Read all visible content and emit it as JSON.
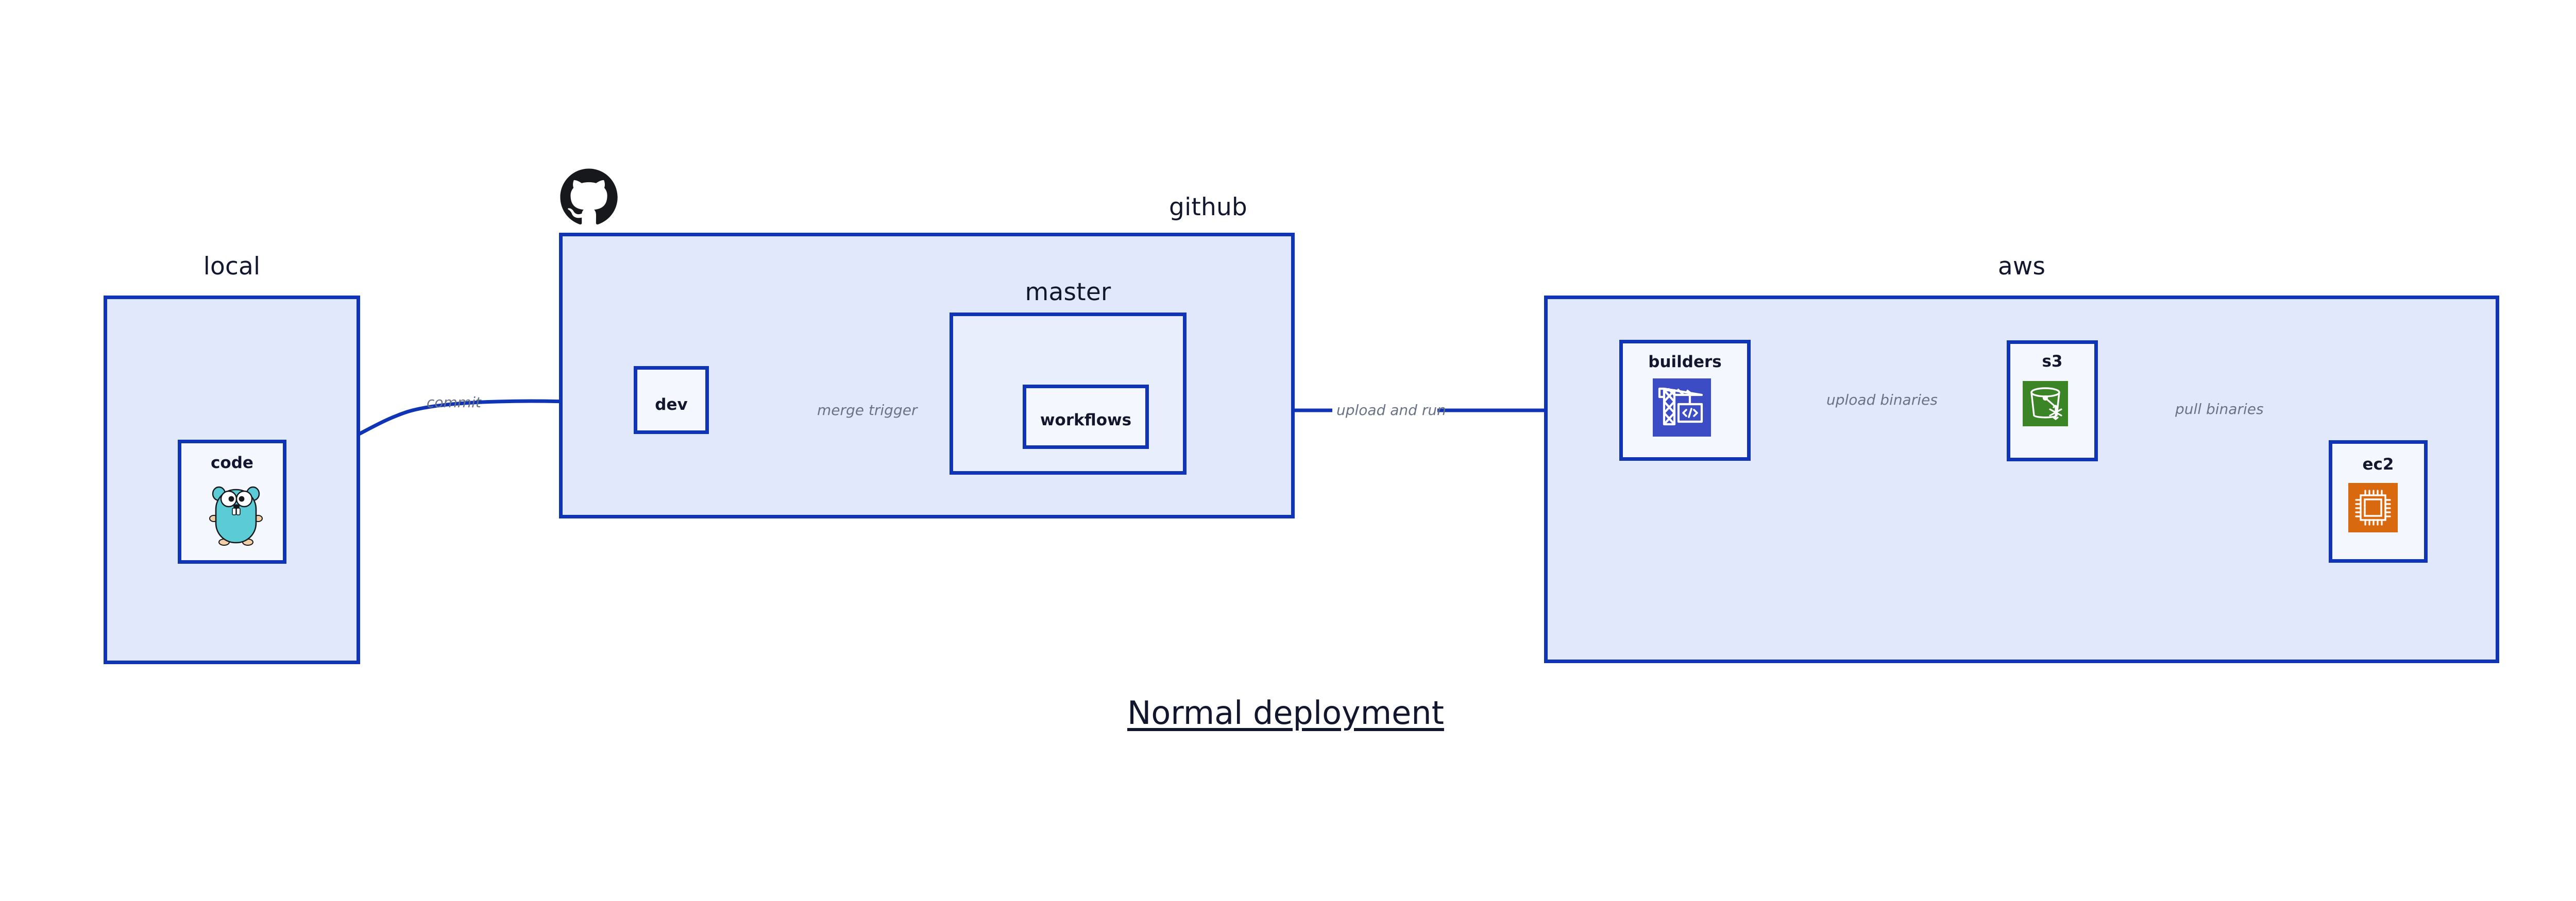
{
  "title": "Normal deployment",
  "colors": {
    "border": "#0f34b5",
    "group_fill": "#e2e8fb",
    "subgroup_fill": "#e8eefc",
    "node_fill": "#f4f7fe",
    "edge": "#0f34b5",
    "edge_label": "#6a7287",
    "text": "#12172e",
    "codebuild_icon_bg": "#3c4cc4",
    "s3_icon_bg": "#3c8527",
    "ec2_icon_bg": "#d9690f",
    "gopher_body": "#5bcbd6",
    "github_logo": "#16181c"
  },
  "groups": [
    {
      "key": "local",
      "label": "local"
    },
    {
      "key": "github",
      "label": "github"
    },
    {
      "key": "master",
      "label": "master"
    },
    {
      "key": "aws",
      "label": "aws"
    }
  ],
  "nodes": [
    {
      "key": "code",
      "label": "code",
      "icon": "go-gopher-icon"
    },
    {
      "key": "dev",
      "label": "dev",
      "icon": null
    },
    {
      "key": "workflows",
      "label": "workflows",
      "icon": null
    },
    {
      "key": "builders",
      "label": "builders",
      "icon": "aws-codebuild-icon"
    },
    {
      "key": "s3",
      "label": "s3",
      "icon": "aws-s3-glacier-icon"
    },
    {
      "key": "ec2",
      "label": "ec2",
      "icon": "aws-ec2-icon"
    }
  ],
  "edges": [
    {
      "key": "commit",
      "from": "code",
      "to": "dev",
      "label": "commit"
    },
    {
      "key": "merge-trigger",
      "from": "dev",
      "to": "workflows",
      "label": "merge trigger"
    },
    {
      "key": "upload-run",
      "from": "workflows",
      "to": "builders",
      "label": "upload and run"
    },
    {
      "key": "upload-bin",
      "from": "builders",
      "to": "s3",
      "label": "upload binaries"
    },
    {
      "key": "pull-bin",
      "from": "s3",
      "to": "ec2",
      "label": "pull binaries"
    }
  ],
  "icons": {
    "github_logo": "github-mark-icon"
  }
}
